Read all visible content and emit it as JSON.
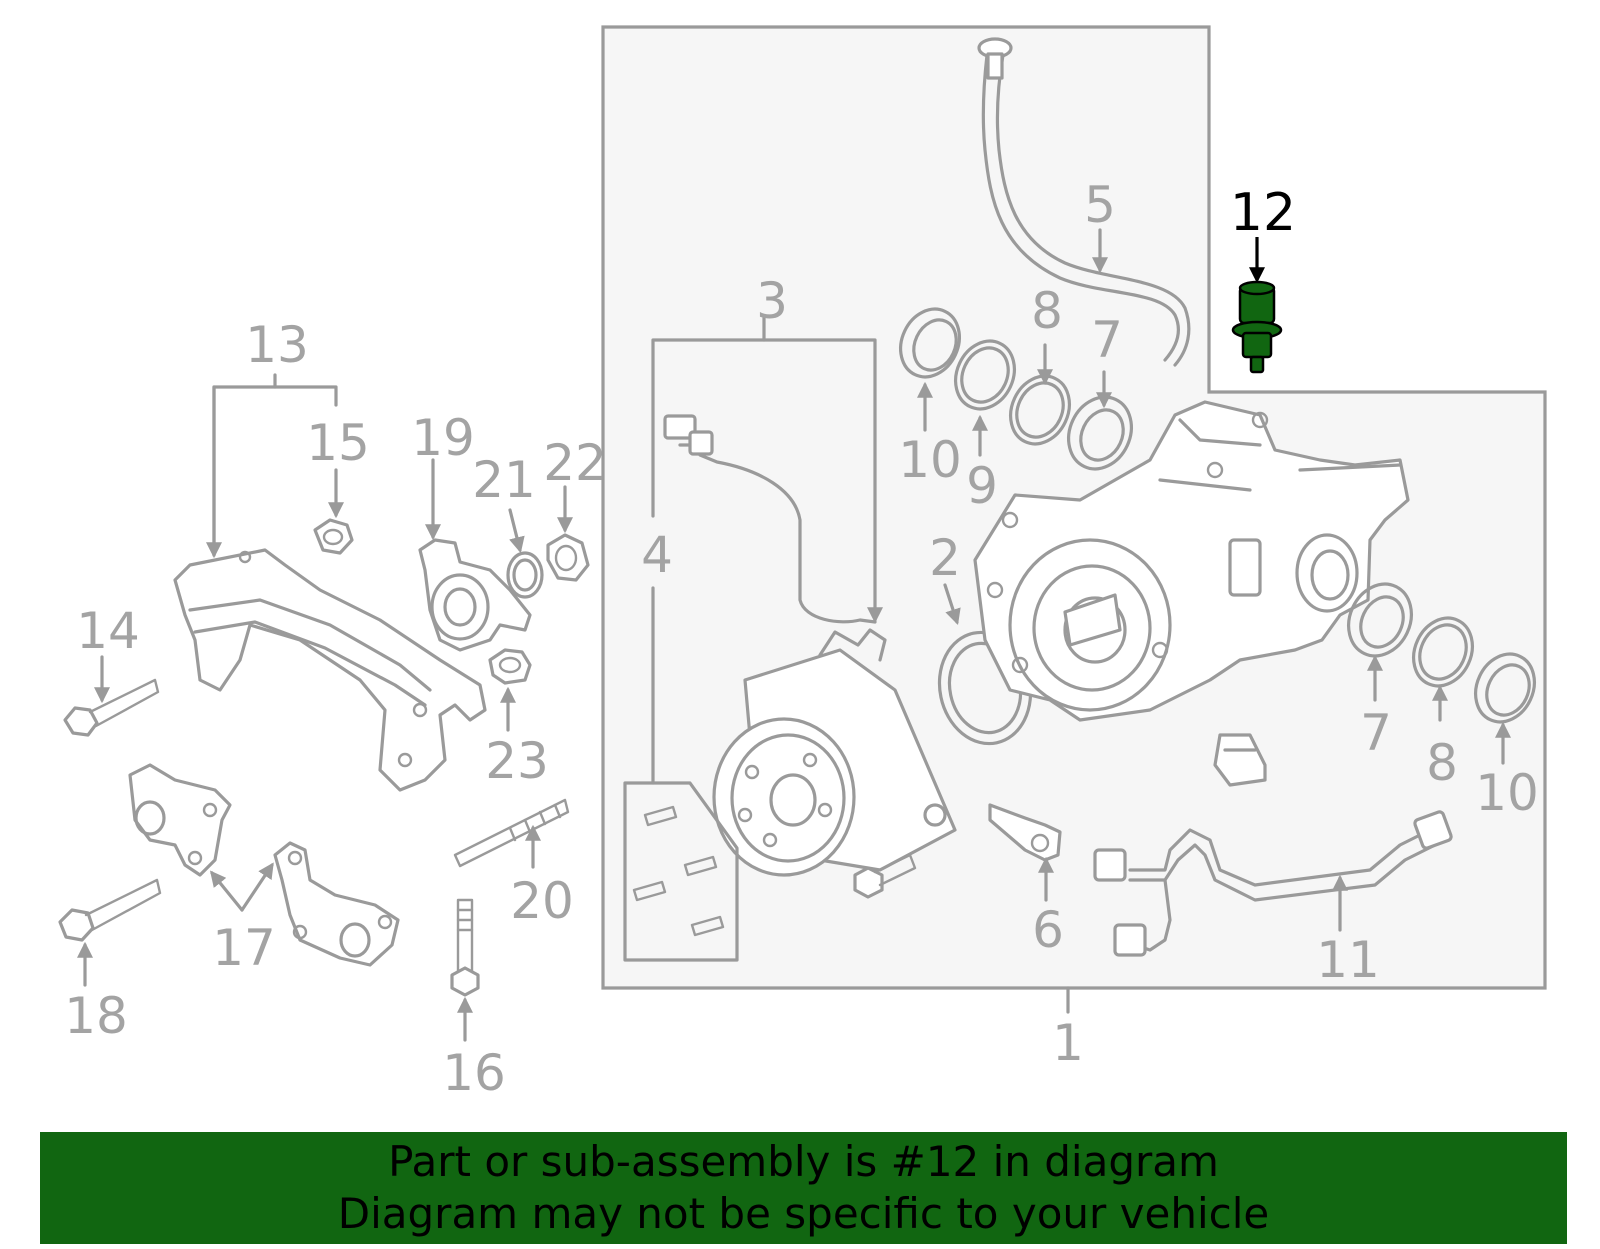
{
  "diagram": {
    "highlight_part": "12",
    "highlight_color": "#116611",
    "callouts": {
      "c1": "1",
      "c2": "2",
      "c3": "3",
      "c4": "4",
      "c5": "5",
      "c6": "6",
      "c7a": "7",
      "c7b": "7",
      "c8a": "8",
      "c8b": "8",
      "c9": "9",
      "c10a": "10",
      "c10b": "10",
      "c11": "11",
      "c12": "12",
      "c13": "13",
      "c14": "14",
      "c15": "15",
      "c16": "16",
      "c17": "17",
      "c18": "18",
      "c19": "19",
      "c20": "20",
      "c21": "21",
      "c22": "22",
      "c23": "23"
    }
  },
  "banner": {
    "line1": "Part or sub-assembly is #12 in diagram",
    "line2": "Diagram may not be specific to your vehicle",
    "background": "#116611"
  }
}
